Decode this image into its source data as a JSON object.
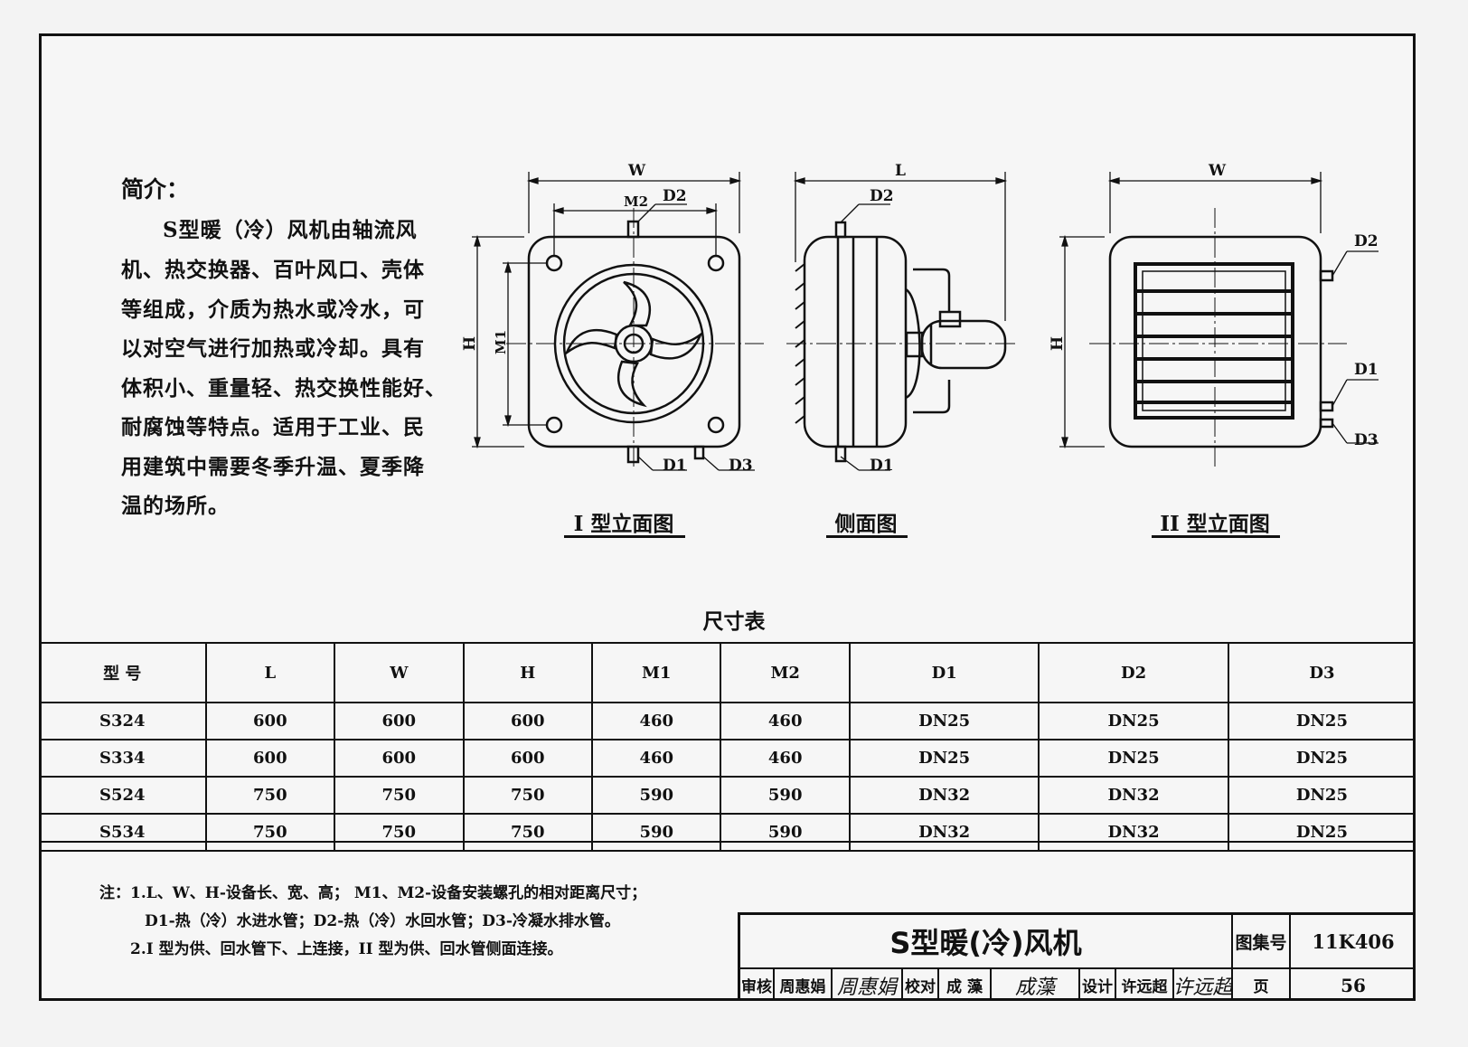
{
  "intro": {
    "title": "简介：",
    "lines": [
      "S型暖（冷）风机由轴流风",
      "机、热交换器、百叶风口、壳体",
      "等组成，介质为热水或冷水，可",
      "以对空气进行加热或冷却。具有",
      "体积小、重量轻、热交换性能好、",
      "耐腐蚀等特点。适用于工业、民",
      "用建筑中需要冬季升温、夏季降",
      "温的场所。"
    ]
  },
  "drawings": {
    "type1_caption": "I 型立面图",
    "side_caption": "侧面图",
    "type2_caption": "II 型立面图",
    "labels": {
      "W": "W",
      "L": "L",
      "H": "H",
      "M1": "M1",
      "M2": "M2",
      "D1": "D1",
      "D2": "D2",
      "D3": "D3"
    }
  },
  "table": {
    "title": "尺寸表",
    "headers": [
      "型 号",
      "L",
      "W",
      "H",
      "M1",
      "M2",
      "D1",
      "D2",
      "D3"
    ],
    "rows": [
      [
        "S324",
        "600",
        "600",
        "600",
        "460",
        "460",
        "DN25",
        "DN25",
        "DN25"
      ],
      [
        "S334",
        "600",
        "600",
        "600",
        "460",
        "460",
        "DN25",
        "DN25",
        "DN25"
      ],
      [
        "S524",
        "750",
        "750",
        "750",
        "590",
        "590",
        "DN32",
        "DN32",
        "DN25"
      ],
      [
        "S534",
        "750",
        "750",
        "750",
        "590",
        "590",
        "DN32",
        "DN32",
        "DN25"
      ]
    ]
  },
  "notes": [
    "注：1.L、W、H-设备长、宽、高； M1、M2-设备安装螺孔的相对距离尺寸；",
    "     D1-热（冷）水进水管；D2-热（冷）水回水管；D3-冷凝水排水管。",
    "   2.I 型为供、回水管下、上连接，II 型为供、回水管侧面连接。"
  ],
  "titleblock": {
    "title": "S型暖(冷)风机",
    "atlas_label": "图集号",
    "atlas_no": "11K406",
    "page_label": "页",
    "page_no": "56",
    "review_label": "审核",
    "reviewer": "周惠娟",
    "reviewer_sig": "周惠娟",
    "check_label": "校对",
    "checker": "成 藻",
    "checker_sig": "成藻",
    "design_label": "设计",
    "designer": "许远超",
    "designer_sig": "许远超"
  }
}
